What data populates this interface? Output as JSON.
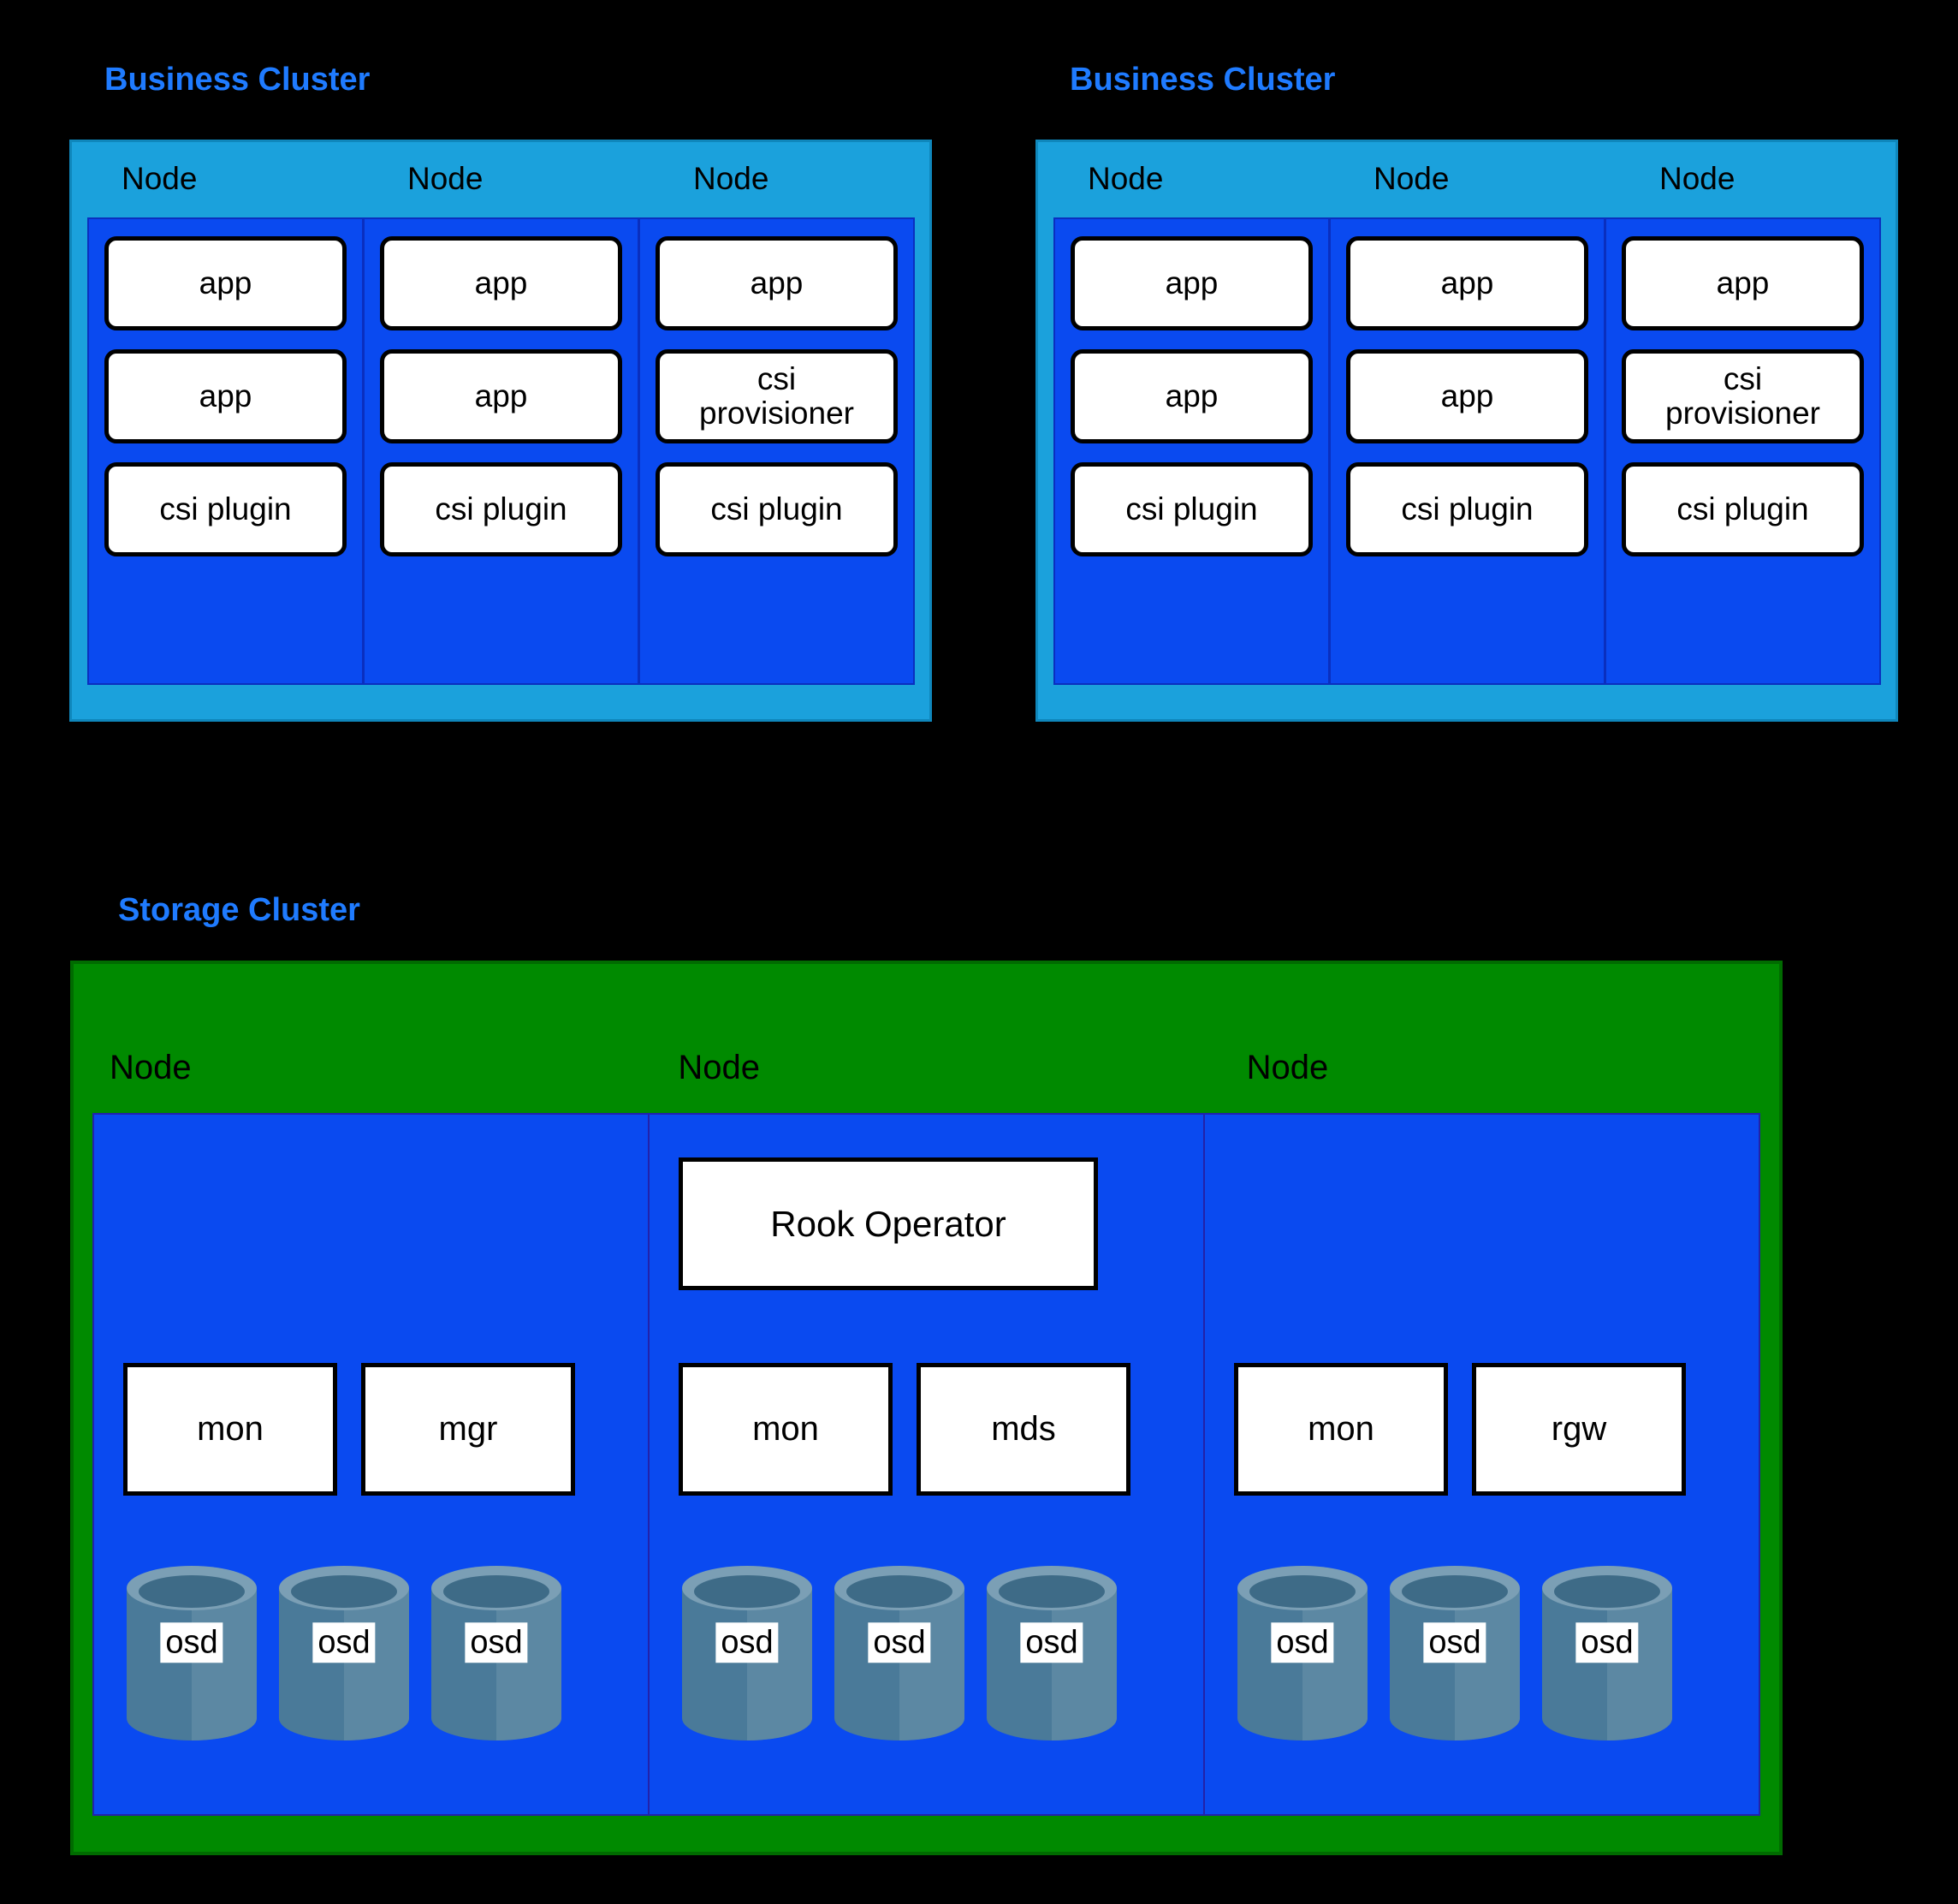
{
  "diagram": {
    "background_color": "#000000",
    "title_color": "#1F7BFF",
    "business_cluster_color": "#1BA1DC",
    "node_color": "#0A4AF0",
    "storage_cluster_color": "#008A00",
    "pod_color": "#FFFFFF",
    "osd_color": "#4A7A99"
  },
  "business_clusters": [
    {
      "title": "Business Cluster",
      "nodes": [
        {
          "label": "Node",
          "pods": [
            "app",
            "app",
            "csi plugin"
          ]
        },
        {
          "label": "Node",
          "pods": [
            "app",
            "app",
            "csi plugin"
          ]
        },
        {
          "label": "Node",
          "pods": [
            "app",
            "csi\nprovisioner",
            "csi plugin"
          ]
        }
      ]
    },
    {
      "title": "Business Cluster",
      "nodes": [
        {
          "label": "Node",
          "pods": [
            "app",
            "app",
            "csi plugin"
          ]
        },
        {
          "label": "Node",
          "pods": [
            "app",
            "app",
            "csi plugin"
          ]
        },
        {
          "label": "Node",
          "pods": [
            "app",
            "csi\nprovisioner",
            "csi plugin"
          ]
        }
      ]
    }
  ],
  "storage_cluster": {
    "title": "Storage Cluster",
    "nodes": [
      {
        "label": "Node",
        "operator": null,
        "daemons": [
          "mon",
          "mgr"
        ],
        "osds": [
          "osd",
          "osd",
          "osd"
        ]
      },
      {
        "label": "Node",
        "operator": "Rook Operator",
        "daemons": [
          "mon",
          "mds"
        ],
        "osds": [
          "osd",
          "osd",
          "osd"
        ]
      },
      {
        "label": "Node",
        "operator": null,
        "daemons": [
          "mon",
          "rgw"
        ],
        "osds": [
          "osd",
          "osd",
          "osd"
        ]
      }
    ]
  }
}
